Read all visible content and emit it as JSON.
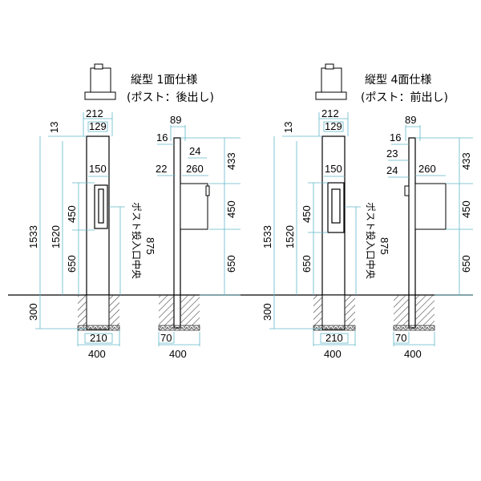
{
  "colors": {
    "dimension_line": "#62b8c9",
    "object_line": "#000000",
    "background": "#ffffff"
  },
  "left": {
    "title": "縦型 1面仕様",
    "subtitle": "(ポスト：後出し)",
    "front": {
      "top_width": "212",
      "inner_width": "129",
      "top_offset": "13",
      "slot_width": "150",
      "total_height": "1533",
      "post_height": "1520",
      "box_height": "450",
      "lower_height": "650",
      "footing_depth": "300",
      "footing_inner": "210",
      "footing_outer": "400",
      "center_note": "ポスト投入口中央",
      "center_height": "875"
    },
    "side": {
      "top_depth": "89",
      "post_depth": "16",
      "gap": "24",
      "wall": "22",
      "box_depth": "260",
      "upper_height": "433",
      "box_height": "450",
      "lower_height": "650",
      "footing_post": "70",
      "footing_outer": "400"
    }
  },
  "right": {
    "title": "縦型 4面仕様",
    "subtitle": "(ポスト：前出し)",
    "front": {
      "top_width": "212",
      "inner_width": "129",
      "top_offset": "13",
      "slot_width": "150",
      "total_height": "1533",
      "post_height": "1520",
      "box_height": "450",
      "lower_height": "650",
      "footing_depth": "300",
      "footing_inner": "210",
      "footing_outer": "400",
      "center_note": "ポスト投入口中央",
      "center_height": "875"
    },
    "side": {
      "top_depth": "89",
      "post_depth": "16",
      "offset": "23",
      "gap": "24",
      "box_depth": "260",
      "upper_height": "433",
      "box_height": "450",
      "lower_height": "650",
      "footing_post": "70",
      "footing_outer": "400"
    }
  }
}
